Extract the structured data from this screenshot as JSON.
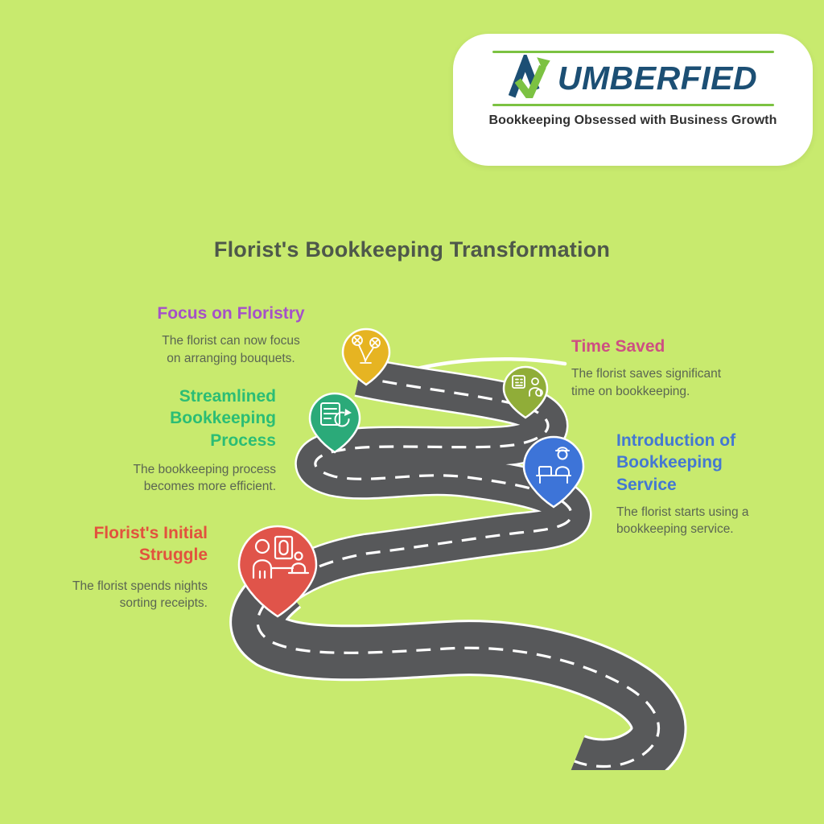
{
  "colors": {
    "background": "#c8ea6e",
    "road": "#57585a",
    "road_line": "#ffffff",
    "title_text": "#4e584a",
    "body_text": "#5b6652"
  },
  "logo": {
    "brand": "NUMBERFIED",
    "brand_rest": "UMBERFIED",
    "tagline": "Bookkeeping Obsessed with Business Growth",
    "colors": {
      "brand_text": "#1c4f74",
      "accent_green": "#7cc242",
      "tagline_text": "#303030",
      "card_bg": "#ffffff"
    }
  },
  "title": "Florist's Bookkeeping Transformation",
  "milestones": [
    {
      "id": "florists-initial-struggle",
      "heading": "Florist's Initial Struggle",
      "heading_lines": [
        "Florist's Initial",
        "Struggle"
      ],
      "description_lines": [
        "The florist spends nights",
        "sorting receipts."
      ],
      "heading_color": "#e2523d",
      "pin_color": "#e0544a",
      "icon": "sorting-receipts-icon"
    },
    {
      "id": "introduction-of-bookkeeping-service",
      "heading": "Introduction of Bookkeeping Service",
      "heading_lines": [
        "Introduction of",
        "Bookkeeping",
        "Service"
      ],
      "description_lines": [
        "The florist starts using a",
        "bookkeeping service."
      ],
      "heading_color": "#4478d2",
      "pin_color": "#3d74d8",
      "icon": "bookkeeper-desk-icon"
    },
    {
      "id": "streamlined-bookkeeping-process",
      "heading": "Streamlined Bookkeeping Process",
      "heading_lines": [
        "Streamlined",
        "Bookkeeping",
        "Process"
      ],
      "description_lines": [
        "The bookkeeping process",
        "becomes more efficient."
      ],
      "heading_color": "#2bbd75",
      "pin_color": "#2baa79",
      "icon": "ledger-sync-icon"
    },
    {
      "id": "time-saved",
      "heading": "Time Saved",
      "heading_lines": [
        "Time Saved"
      ],
      "description_lines": [
        "The florist saves significant",
        "time on bookkeeping."
      ],
      "heading_color": "#ce4f82",
      "pin_color": "#90ad38",
      "icon": "time-saved-icon"
    },
    {
      "id": "focus-on-floristry",
      "heading": "Focus on Floristry",
      "heading_lines": [
        "Focus on Floristry"
      ],
      "description_lines": [
        "The florist can now focus",
        "on arranging bouquets."
      ],
      "heading_color": "#a551c8",
      "pin_color": "#e6b422",
      "icon": "florist-icon"
    }
  ]
}
